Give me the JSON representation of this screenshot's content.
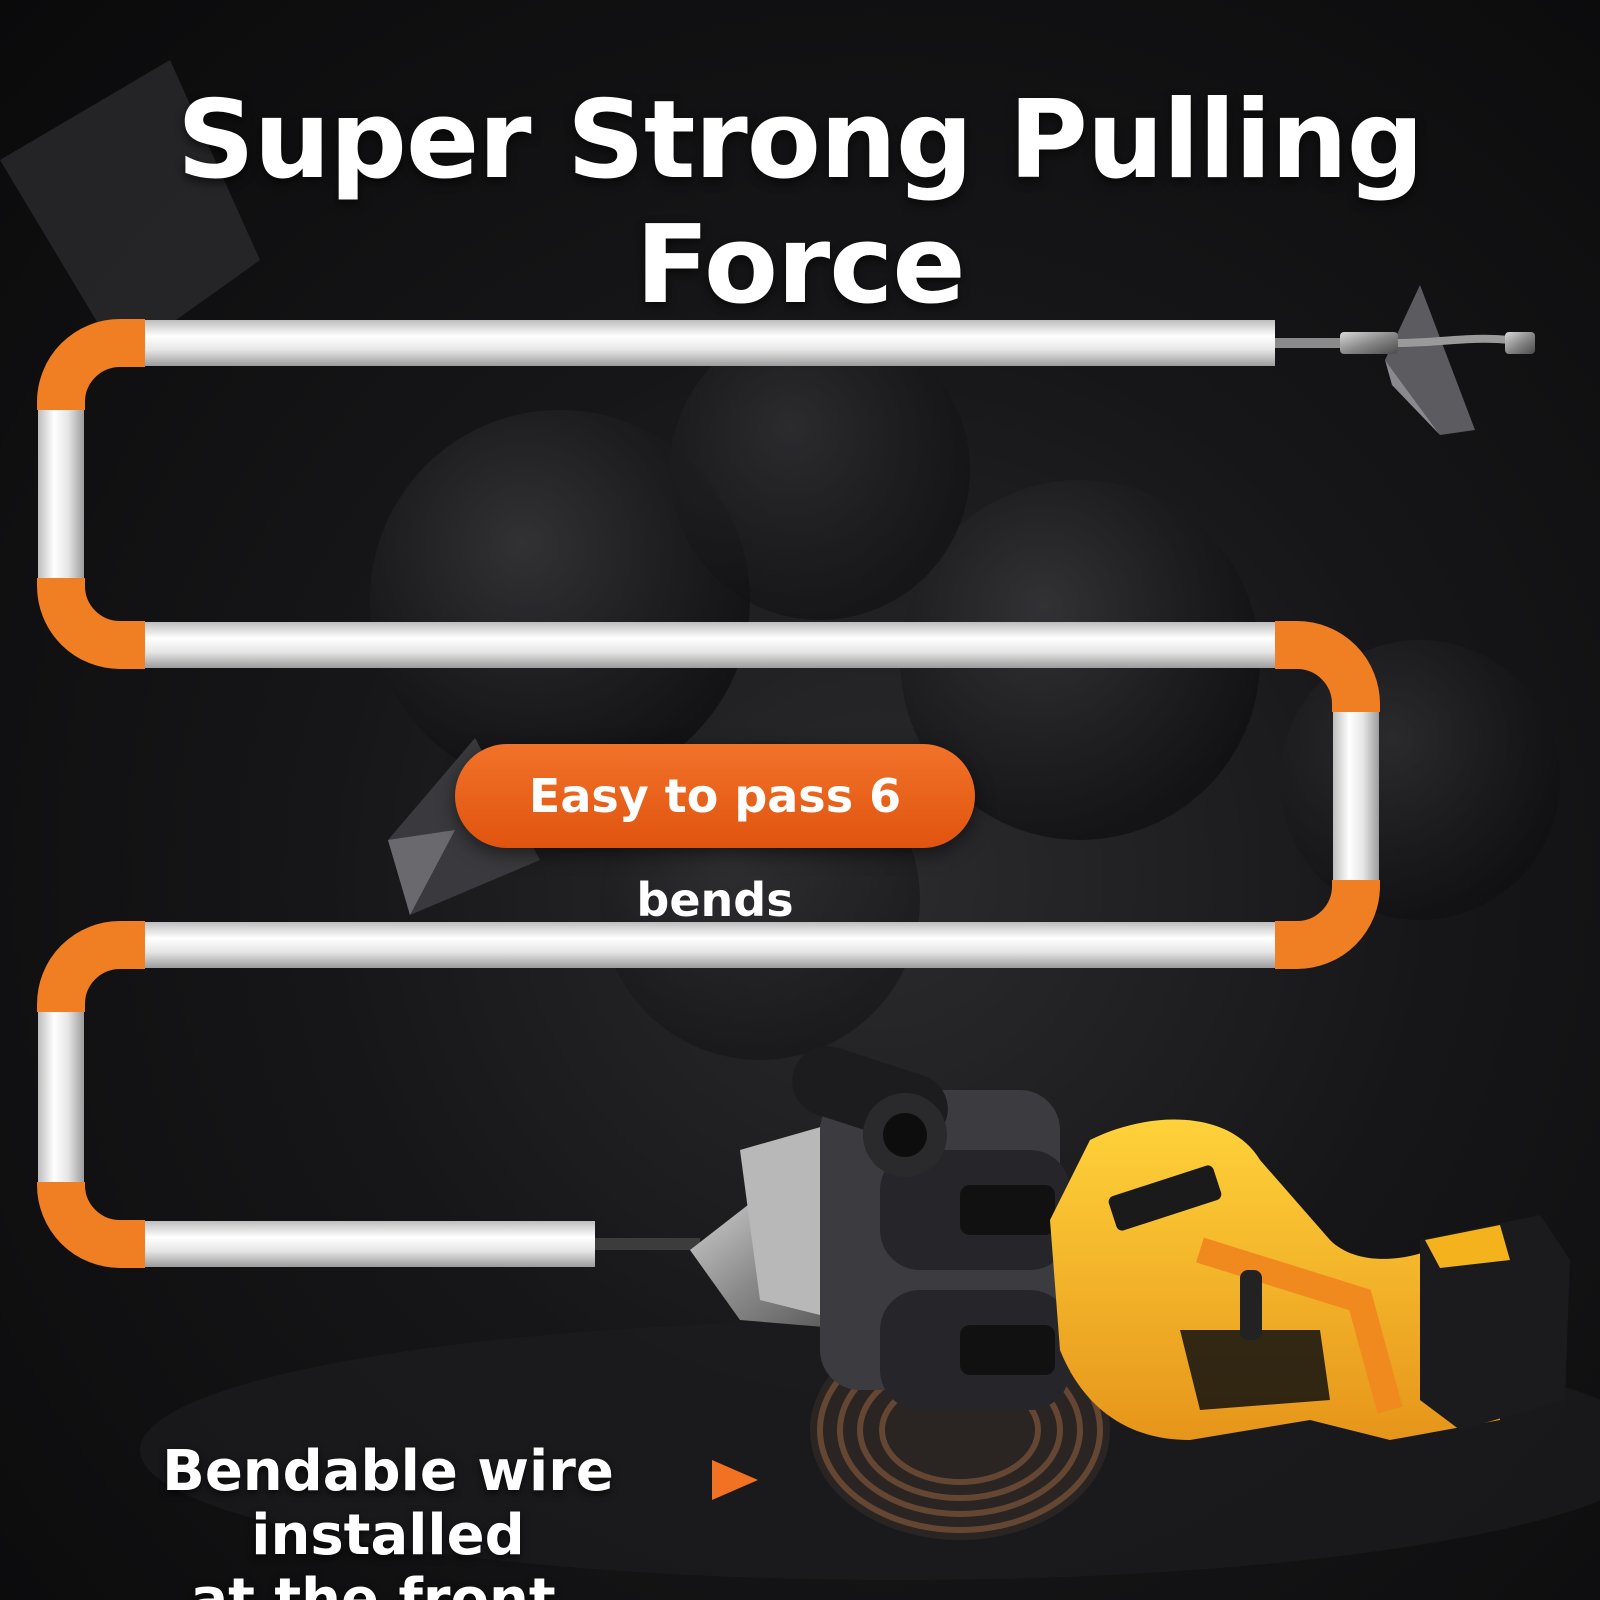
{
  "headline": "Super Strong Pulling Force",
  "badge": {
    "text": "Easy to pass 6 bends",
    "color": "#e8631a"
  },
  "front_note": {
    "line1": "Bendable wire installed",
    "line2": "at the front"
  },
  "colors": {
    "pipe": "#ececec",
    "bend": "#f07e22",
    "tool_body": "#f4b21c",
    "tool_accent": "#f08a1e",
    "background": "#121214"
  },
  "icons": {
    "arrow": "right-pointing-triangle"
  }
}
